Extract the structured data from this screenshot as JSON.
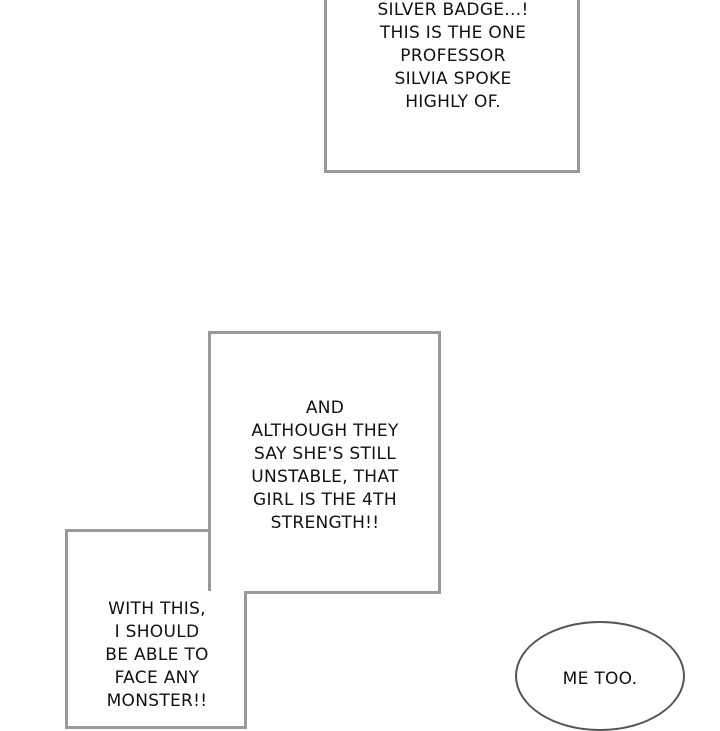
{
  "panels": [
    {
      "id": "box1",
      "lines": [
        "SILVER BADGE...!",
        "THIS IS THE ONE",
        "PROFESSOR",
        "SILVIA SPOKE",
        "HIGHLY OF."
      ]
    },
    {
      "id": "box2",
      "lines": [
        "AND",
        "ALTHOUGH THEY",
        "SAY SHE'S STILL",
        "UNSTABLE, THAT",
        "GIRL IS THE 4TH",
        "STRENGTH!!"
      ]
    },
    {
      "id": "box3",
      "lines": [
        "WITH THIS,",
        "I SHOULD",
        "BE ABLE TO",
        "FACE ANY",
        "MONSTER!!"
      ]
    }
  ],
  "bubble": {
    "text": "ME TOO."
  },
  "colors": {
    "border": "#9a9a9a",
    "bubble_border": "#555555",
    "text": "#111111"
  }
}
